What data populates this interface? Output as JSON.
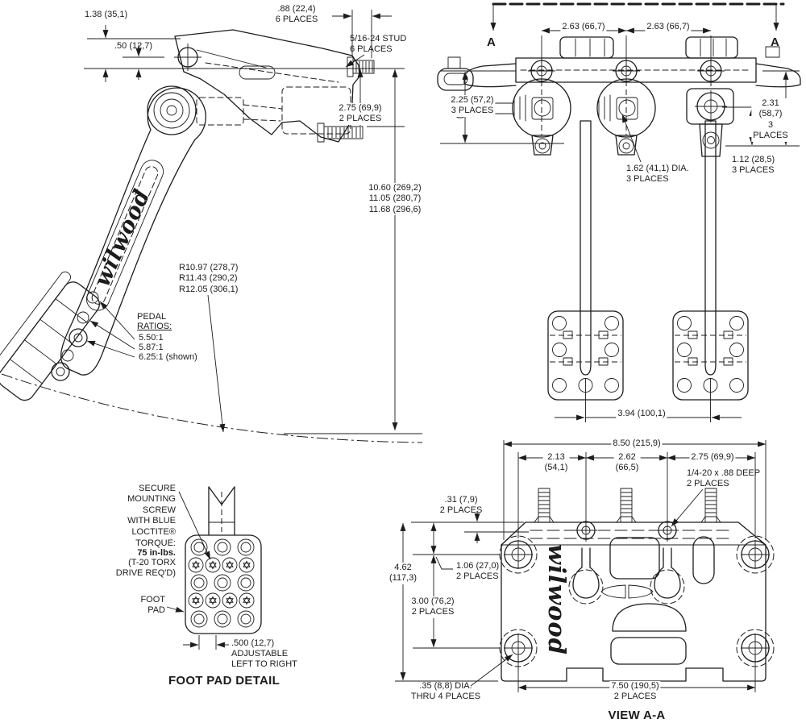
{
  "brand": {
    "text": "wilwood"
  },
  "colors": {
    "line": "#1c1c1c",
    "background": "#ffffff"
  },
  "side_view": {
    "labels": {
      "dim_1_38": "1.38 (35,1)",
      "dim_0_50": ".50 (12,7)",
      "dim_0_88": ".88 (22,4)\n6 PLACES",
      "stud_note": "5/16-24 STUD\n6 PLACES",
      "dim_2_75": "2.75 (69,9)\n2 PLACES",
      "pedal_heights": "10.60 (269,2)\n11.05 (280,7)\n11.68 (296,6)",
      "pedal_radii": "R10.97 (278,7)\nR11.43 (290,2)\nR12.05 (306,1)",
      "pedal_ratios_heading_line1": "PEDAL",
      "pedal_ratios_heading_line2": "RATIOS:",
      "ratio_1": "5.50:1",
      "ratio_2": "5.87:1",
      "ratio_3": "6.25:1 (shown)"
    }
  },
  "front_view": {
    "section_marker_left": "A",
    "section_marker_right": "A",
    "labels": {
      "dim_2_63_left": "2.63 (66,7)",
      "dim_2_63_right": "2.63 (66,7)",
      "dim_2_25": "2.25 (57,2)\n3 PLACES",
      "dim_2_31": "2.31 (58,7)\n3 PLACES",
      "dim_1_62": "1.62 (41,1) DIA.\n3 PLACES",
      "dim_1_12": "1.12 (28,5)\n3 PLACES",
      "dim_3_94": "3.94 (100,1)"
    }
  },
  "foot_pad_detail": {
    "title": "FOOT PAD DETAIL",
    "labels": {
      "secure_screw_note": "SECURE\nMOUNTING\nSCREW\nWITH BLUE\nLOCTITE®",
      "torque_heading": "TORQUE:",
      "torque_value": "75 in-lbs.",
      "torque_note": "(T-20 TORX\nDRIVE REQ'D)",
      "foot_pad_label": "FOOT\nPAD",
      "dim_0_500": ".500 (12,7)",
      "adjustable_note": "ADJUSTABLE\nLEFT TO RIGHT"
    }
  },
  "view_aa": {
    "title": "VIEW A-A",
    "labels": {
      "dim_8_50": "8.50 (215,9)",
      "dim_2_13": "2.13\n(54,1)",
      "dim_2_62": "2.62\n(66,5)",
      "dim_2_75": "2.75 (69,9)",
      "thread_note": "1/4-20 x .88 DEEP\n2 PLACES",
      "dim_0_31": ".31 (7,9)\n2 PLACES",
      "dim_1_06": "1.06 (27,0)\n2 PLACES",
      "dim_4_62": "4.62\n(117,3)",
      "dim_3_00": "3.00 (76,2)\n2 PLACES",
      "dim_0_35": ".35 (8,8) DIA.\nTHRU 4 PLACES",
      "dim_7_50": "7.50 (190,5)\n2 PLACES"
    }
  }
}
